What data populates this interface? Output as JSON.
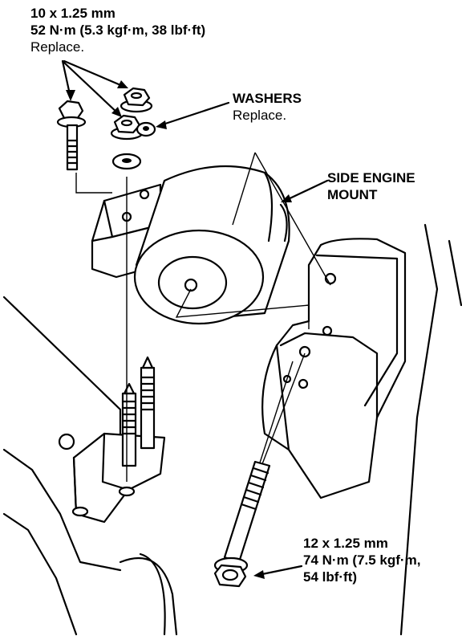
{
  "callouts": {
    "upper_bolt": {
      "size": "10 x 1.25 mm",
      "torque": "52 N·m (5.3 kgf·m, 38 lbf·ft)",
      "note": "Replace."
    },
    "washers": {
      "title": "WASHERS",
      "note": "Replace."
    },
    "side_engine_mount": {
      "line1": "SIDE ENGINE",
      "line2": "MOUNT"
    },
    "lower_bolt": {
      "size": "12 x 1.25 mm",
      "torque_line1": "74 N·m (7.5 kgf·m,",
      "torque_line2": "54 lbf·ft)"
    }
  },
  "icons": [
    "flange-bolt-icon",
    "flange-nut-icon",
    "washer-icon",
    "engine-mount-icon",
    "stud-icon",
    "frame-bracket-icon"
  ]
}
